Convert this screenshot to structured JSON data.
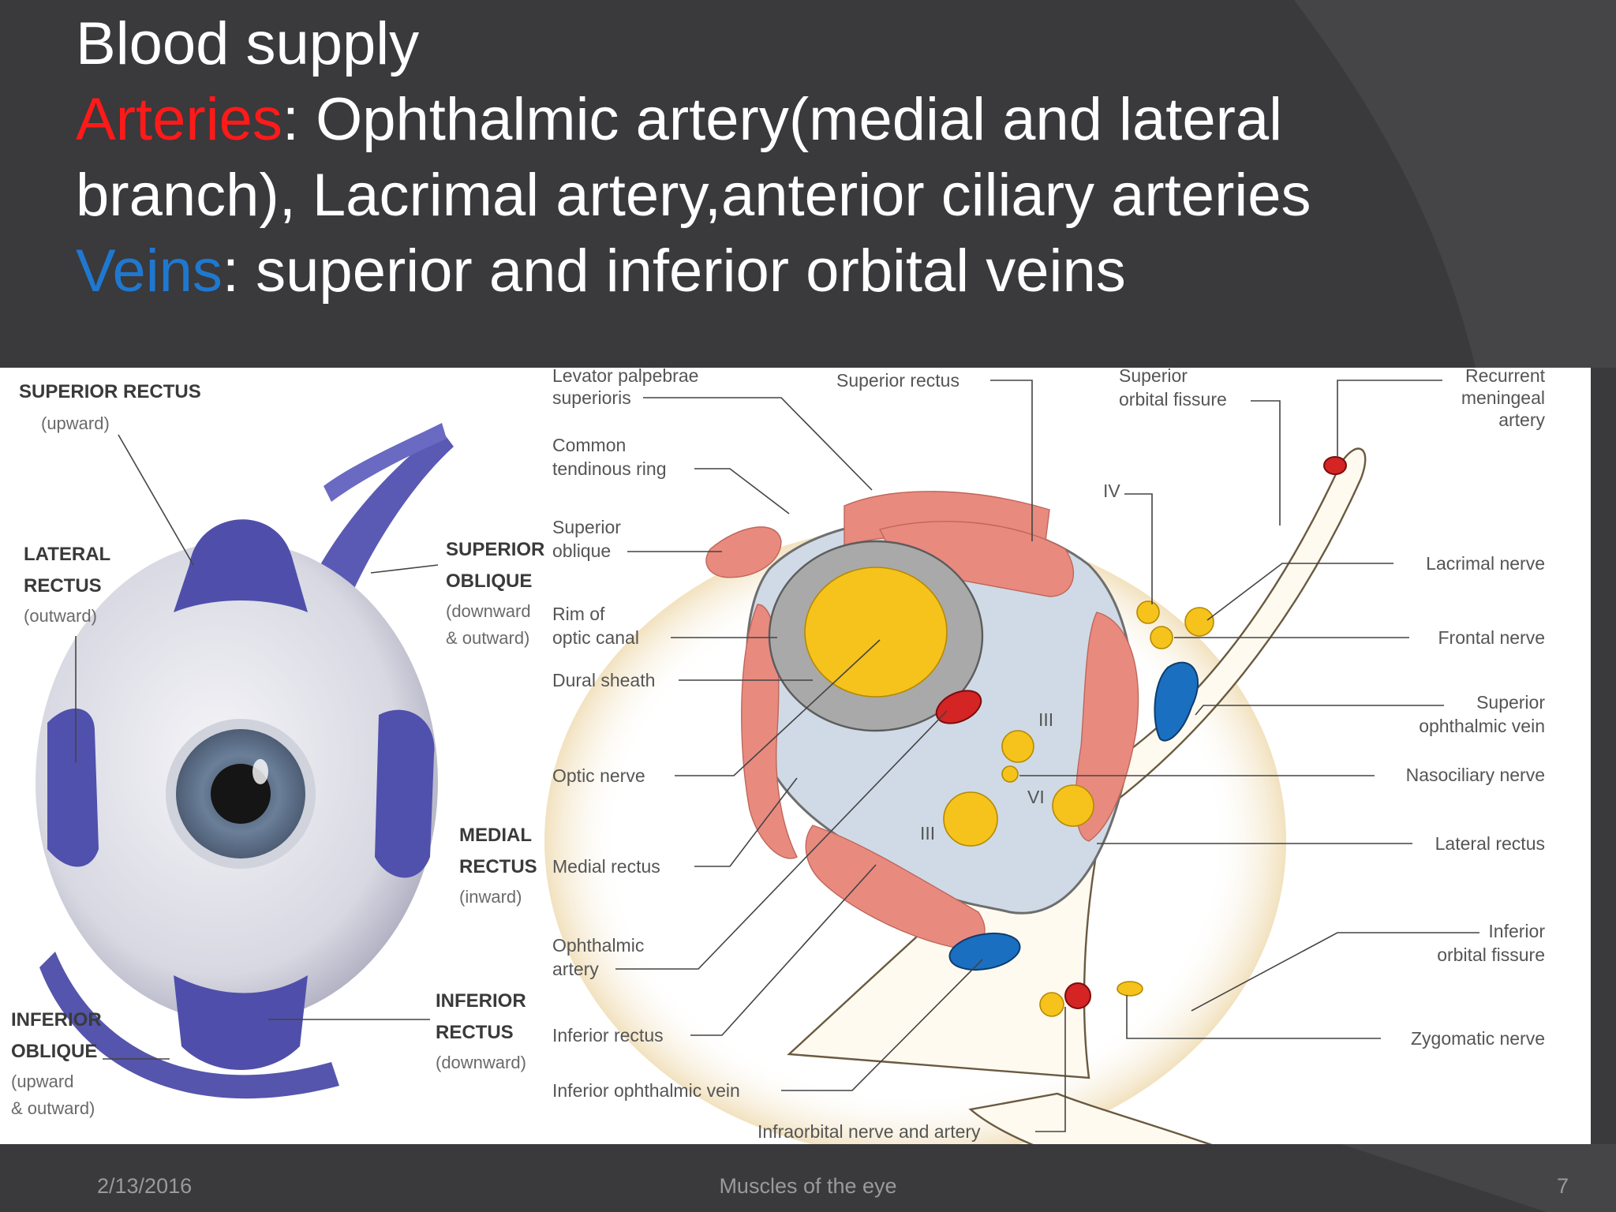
{
  "slide": {
    "title": "Blood supply",
    "arteries": {
      "term": "Arteries",
      "text": ": Ophthalmic artery(medial and lateral",
      "continuation": "branch), Lacrimal artery,anterior ciliary arteries"
    },
    "veins": {
      "term": "Veins",
      "text": ": superior and inferior orbital veins"
    },
    "colors": {
      "background": "#3a393b",
      "arteries": "#ff1a1a",
      "veins": "#1f78d0",
      "text": "#ffffff"
    }
  },
  "eye_diagram": {
    "labels": [
      {
        "name": "SUPERIOR RECTUS",
        "lines": [
          "SUPERIOR RECTUS"
        ],
        "action": [
          "(upward)"
        ]
      },
      {
        "name": "LATERAL RECTUS",
        "lines": [
          "LATERAL",
          "RECTUS"
        ],
        "action": [
          "(outward)"
        ]
      },
      {
        "name": "SUPERIOR OBLIQUE",
        "lines": [
          "SUPERIOR",
          "OBLIQUE"
        ],
        "action": [
          "(downward",
          "& outward)"
        ]
      },
      {
        "name": "MEDIAL RECTUS",
        "lines": [
          "MEDIAL",
          "RECTUS"
        ],
        "action": [
          "(inward)"
        ]
      },
      {
        "name": "INFERIOR RECTUS",
        "lines": [
          "INFERIOR",
          "RECTUS"
        ],
        "action": [
          "(downward)"
        ]
      },
      {
        "name": "INFERIOR OBLIQUE",
        "lines": [
          "INFERIOR",
          "OBLIQUE"
        ],
        "action": [
          "(upward",
          "& outward)"
        ]
      }
    ]
  },
  "orbit_diagram": {
    "left_labels": [
      [
        "Levator palpebrae",
        "superioris"
      ],
      [
        "Common",
        "tendinous ring"
      ],
      [
        "Superior",
        "oblique"
      ],
      [
        "Rim of",
        "optic canal"
      ],
      [
        "Dural sheath"
      ],
      [
        "Optic nerve"
      ],
      [
        "Medial  rectus"
      ],
      [
        "Ophthalmic",
        "artery"
      ],
      [
        "Inferior rectus"
      ],
      [
        "Inferior ophthalmic vein"
      ]
    ],
    "top_labels": [
      [
        "Superior rectus"
      ],
      [
        "Superior",
        "orbital fissure"
      ],
      [
        "Recurrent",
        "meningeal",
        "artery"
      ]
    ],
    "right_labels": [
      [
        "Lacrimal nerve"
      ],
      [
        "Frontal nerve"
      ],
      [
        "Superior",
        "ophthalmic vein"
      ],
      [
        "Nasociliary nerve"
      ],
      [
        "Lateral rectus"
      ],
      [
        "Inferior",
        "orbital fissure"
      ],
      [
        "Zygomatic nerve"
      ]
    ],
    "bottom_label": "Infraorbital nerve and artery",
    "nerve_labels": {
      "IV": "IV",
      "III_upper": "III",
      "VI": "VI",
      "III_lower": "III"
    },
    "colors": {
      "muscle": "#e98a7f",
      "nerve": "#f6c21c",
      "vein": "#1b6fc0",
      "artery": "#d42424",
      "fissure": "#fff6e0"
    }
  },
  "footer": {
    "date": "2/13/2016",
    "title": "Muscles of the eye",
    "page": "7"
  }
}
